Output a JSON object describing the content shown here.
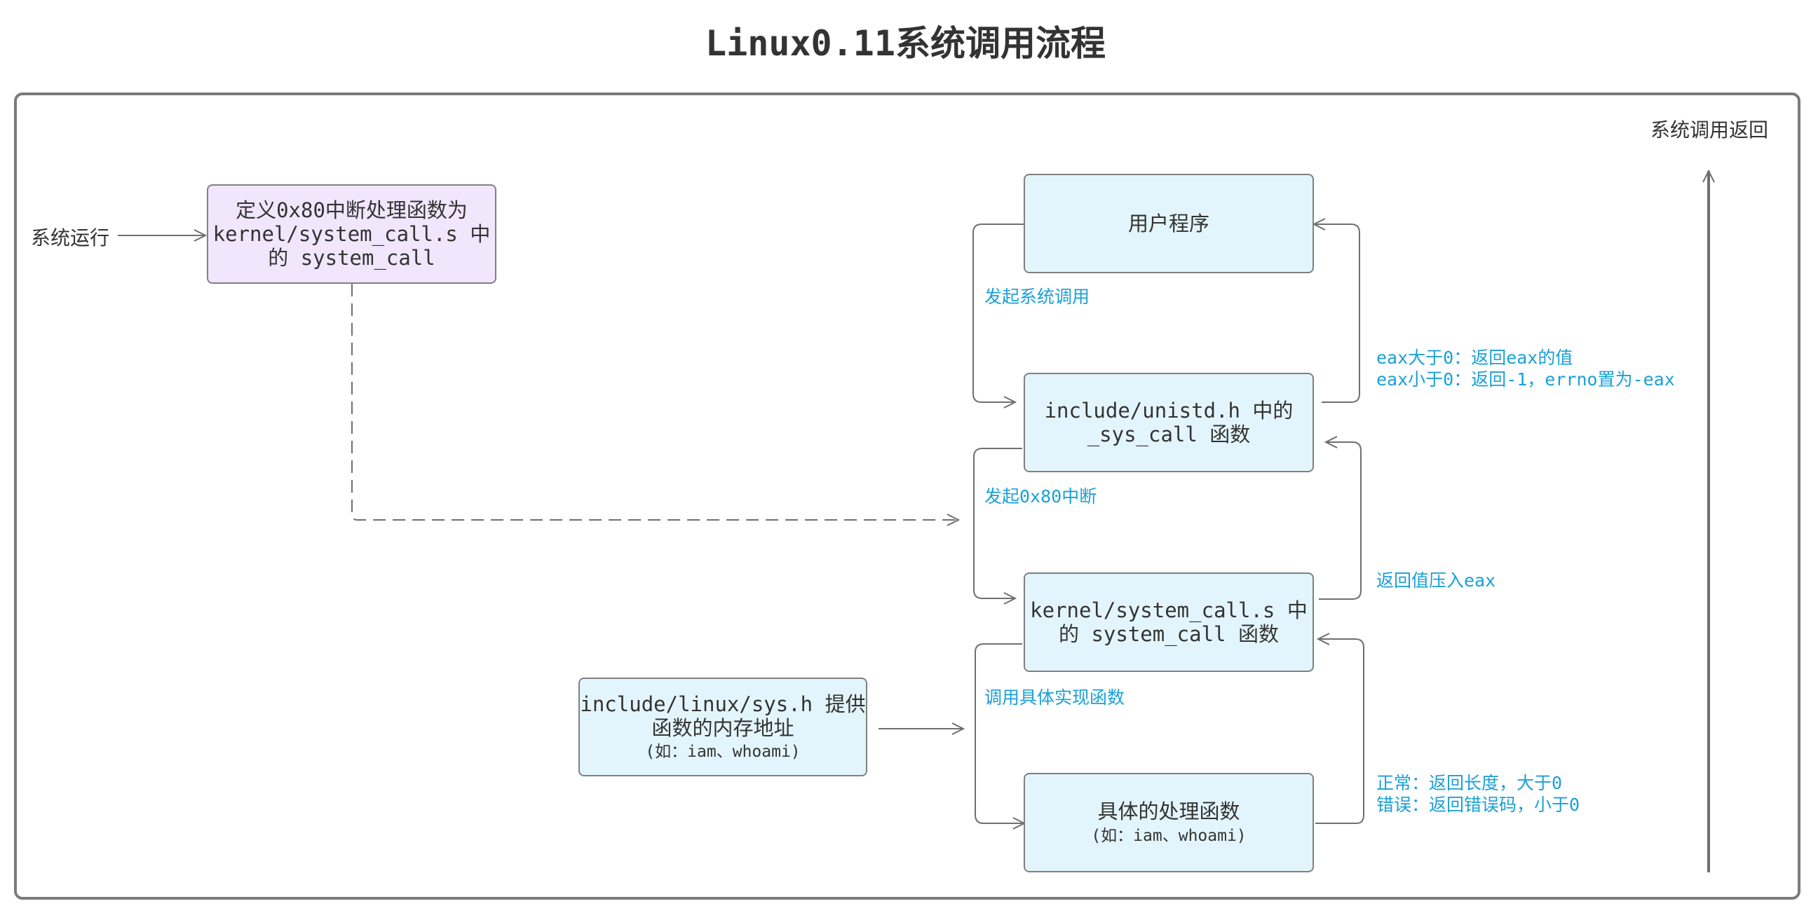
{
  "title": "Linux0.11系统调用流程",
  "labels": {
    "system_run": "系统运行",
    "return_side": "系统调用返回",
    "initiate_call": "发起系统调用",
    "initiate_int": "发起0x80中断",
    "call_impl": "调用具体实现函数",
    "eax_gt0": "eax大于0：返回eax的值",
    "eax_lt0": "eax小于0：返回-1，errno置为-eax",
    "push_eax": "返回值压入eax",
    "normal": "正常：返回长度，大于0",
    "error": "错误：返回错误码，小于0"
  },
  "boxes": {
    "define_int": {
      "line1": "定义0x80中断处理函数为",
      "line2": "kernel/system_call.s 中",
      "line3": "的 system_call"
    },
    "user_program": {
      "line1": "用户程序"
    },
    "unistd": {
      "line1": "include/unistd.h 中的",
      "line2": "_sys_call 函数"
    },
    "system_call": {
      "line1": "kernel/system_call.s 中",
      "line2": "的 system_call 函数"
    },
    "sys_h": {
      "line1": "include/linux/sys.h 提供",
      "line2": "函数的内存地址",
      "sub": "(如：iam、whoami)"
    },
    "handler": {
      "line1": "具体的处理函数",
      "sub": "(如：iam、whoami)"
    }
  },
  "colors": {
    "box_blue": "#e3f5fc",
    "box_purple": "#f1e6fc",
    "label_blue": "#1aa0d6",
    "line": "#6f6f6f"
  }
}
